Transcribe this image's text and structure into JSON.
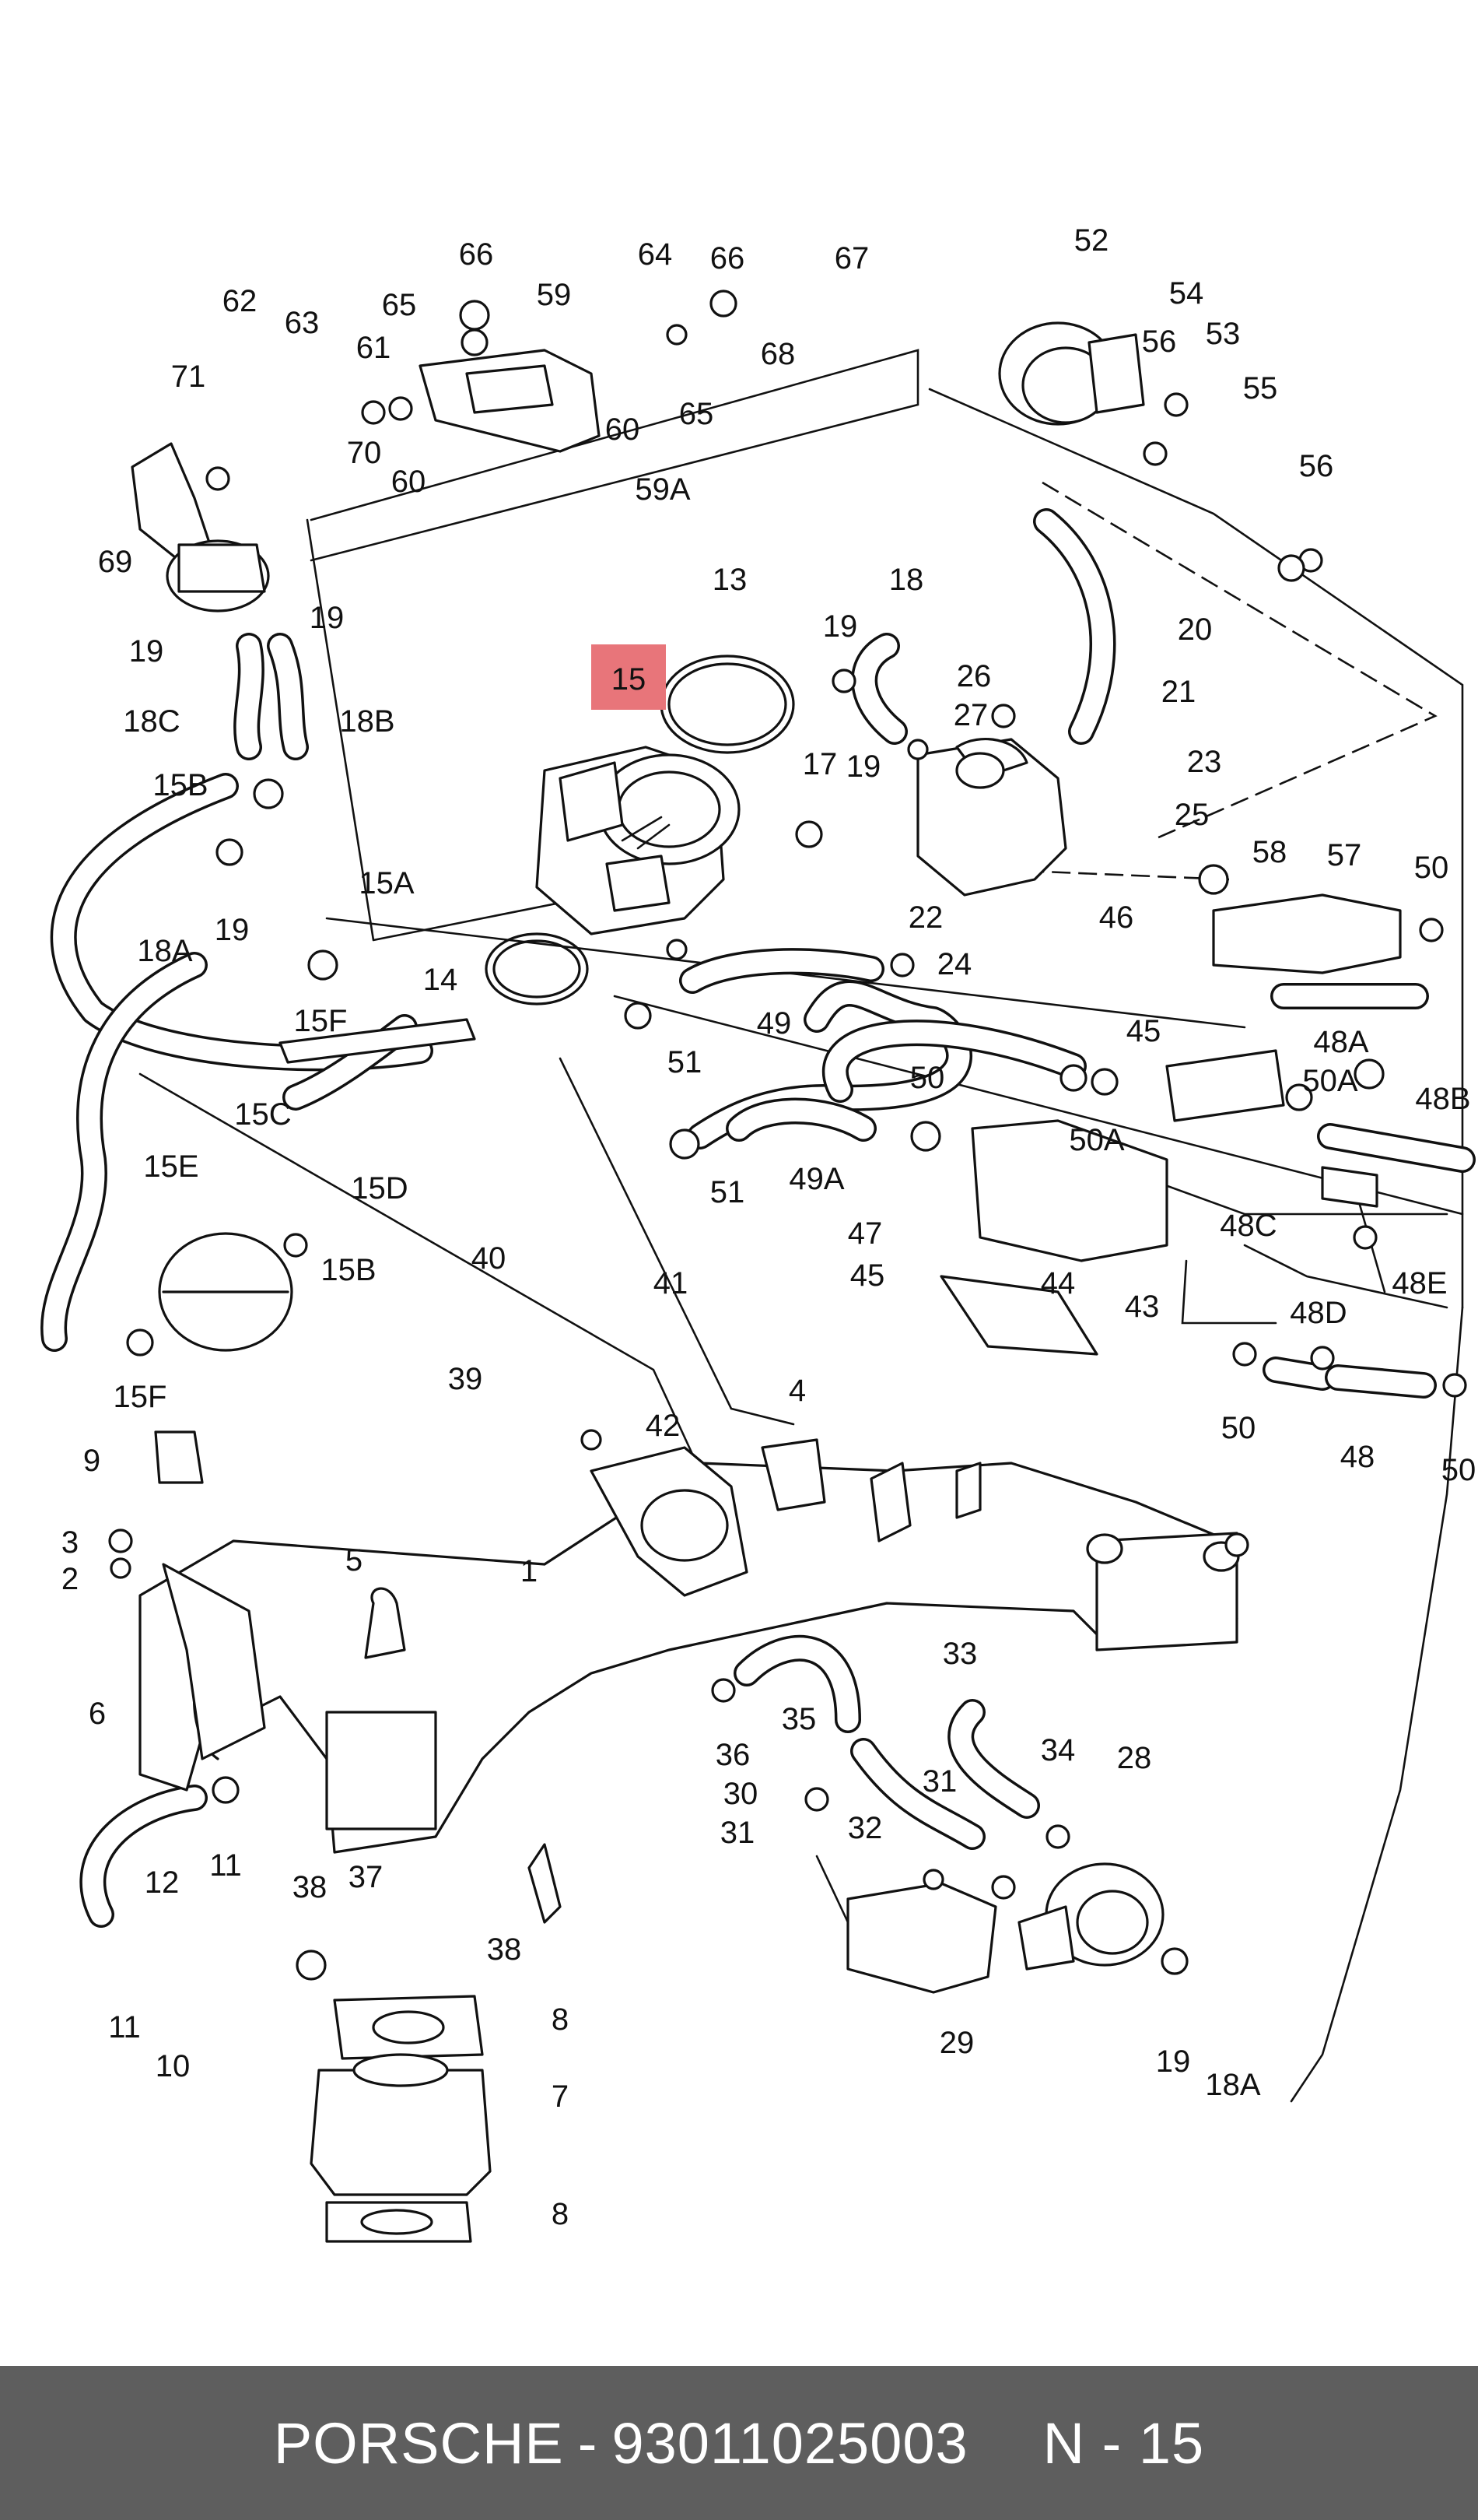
{
  "diagram": {
    "highlighted_label": "15",
    "labels": [
      "1",
      "2",
      "3",
      "4",
      "5",
      "6",
      "7",
      "8",
      "8",
      "9",
      "10",
      "11",
      "11",
      "12",
      "13",
      "14",
      "15A",
      "15B",
      "15B",
      "15C",
      "15D",
      "15E",
      "15F",
      "15F",
      "17",
      "18",
      "18A",
      "18A",
      "18B",
      "18C",
      "19",
      "19",
      "19",
      "19",
      "19",
      "19",
      "20",
      "21",
      "22",
      "23",
      "24",
      "25",
      "26",
      "27",
      "28",
      "29",
      "30",
      "31",
      "31",
      "32",
      "33",
      "34",
      "35",
      "36",
      "37",
      "38",
      "38",
      "39",
      "40",
      "41",
      "42",
      "43",
      "44",
      "45",
      "45",
      "46",
      "47",
      "48",
      "48A",
      "48B",
      "48C",
      "48D",
      "48E",
      "49",
      "49A",
      "50",
      "50",
      "50",
      "50",
      "50A",
      "50A",
      "51",
      "51",
      "52",
      "53",
      "54",
      "55",
      "56",
      "56",
      "57",
      "58",
      "59",
      "59A",
      "60",
      "60",
      "61",
      "62",
      "63",
      "64",
      "65",
      "65",
      "66",
      "66",
      "67",
      "68",
      "69",
      "70",
      "71"
    ]
  },
  "footer": {
    "brand": "PORSCHE",
    "separator": "-",
    "part_number": "93011025003",
    "page_ref": "N - 15"
  }
}
